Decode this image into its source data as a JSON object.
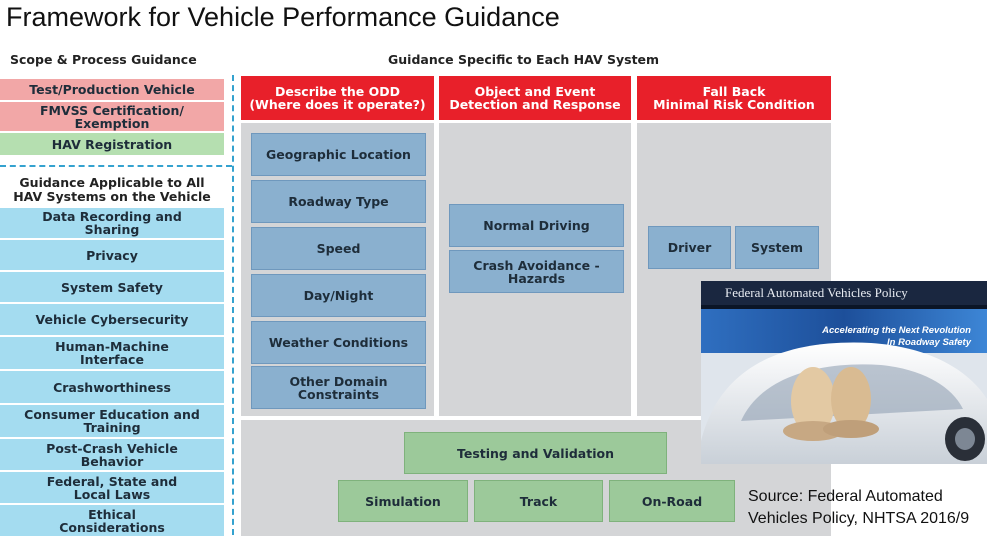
{
  "title": "Framework for Vehicle Performance Guidance",
  "left_panel": {
    "header": "Scope & Process Guidance",
    "process_items": [
      {
        "label": "Test/Production Vehicle"
      },
      {
        "label": "FMVSS Certification/\nExemption"
      },
      {
        "label": "HAV Registration"
      }
    ],
    "applicable_header": "Guidance Applicable to All\nHAV Systems on the Vehicle",
    "applicable_items": [
      {
        "label": "Data Recording and\nSharing"
      },
      {
        "label": "Privacy"
      },
      {
        "label": "System Safety"
      },
      {
        "label": "Vehicle Cybersecurity"
      },
      {
        "label": "Human-Machine\nInterface"
      },
      {
        "label": "Crashworthiness"
      },
      {
        "label": "Consumer Education and\nTraining"
      },
      {
        "label": "Post-Crash Vehicle\nBehavior"
      },
      {
        "label": "Federal, State and\nLocal Laws"
      },
      {
        "label": "Ethical\nConsiderations"
      }
    ]
  },
  "right_panel": {
    "header": "Guidance Specific to Each HAV System",
    "columns": [
      {
        "title": "Describe the ODD\n(Where does it operate?)",
        "items": [
          "Geographic Location",
          "Roadway Type",
          "Speed",
          "Day/Night",
          "Weather Conditions",
          "Other Domain\nConstraints"
        ]
      },
      {
        "title": "Object and Event\nDetection and Response",
        "items": [
          "Normal Driving",
          "Crash Avoidance -\nHazards"
        ]
      },
      {
        "title": "Fall Back\nMinimal Risk Condition",
        "items": [
          "Driver",
          "System"
        ]
      }
    ],
    "testing": {
      "label": "Testing and Validation",
      "sub_items": [
        "Simulation",
        "Track",
        "On-Road"
      ]
    }
  },
  "inset": {
    "title": "Federal Automated Vehicles Policy",
    "subtitle_line1": "Accelerating the Next Revolution",
    "subtitle_line2": "In Roadway Safety"
  },
  "source": {
    "line1": "Source: Federal Automated",
    "line2": "Vehicles Policy, NHTSA 2016/9"
  },
  "colors": {
    "red_header": "#e8202a",
    "blue_box": "#8ab0cf",
    "green_box": "#9cc99a",
    "pink_box": "#f2a7a7",
    "light_blue_box": "#a4dcf0",
    "dash": "#34a2cf"
  }
}
